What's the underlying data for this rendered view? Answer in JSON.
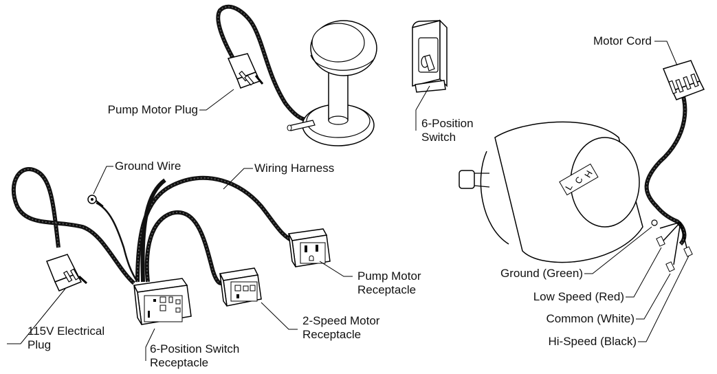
{
  "labels": {
    "pump_motor_plug": "Pump Motor Plug",
    "six_position_switch": [
      "6-Position",
      "Switch"
    ],
    "motor_cord": "Motor Cord",
    "ground_wire": "Ground Wire",
    "wiring_harness": "Wiring Harness",
    "pump_motor_receptacle": [
      "Pump Motor",
      "Receptacle"
    ],
    "two_speed_motor_receptacle": [
      "2-Speed Motor",
      "Receptacle"
    ],
    "electrical_plug": [
      "115V Electrical",
      "Plug"
    ],
    "six_position_switch_receptacle": [
      "6-Position Switch",
      "Receptacle"
    ],
    "ground_green": "Ground (Green)",
    "low_speed_red": "Low Speed (Red)",
    "common_white": "Common (White)",
    "hi_speed_black": "Hi-Speed (Black)"
  },
  "motor_face_letters": [
    "L",
    "C",
    "H"
  ],
  "colors": {
    "line": "#000000",
    "cord": "#1a1a1a",
    "background": "#ffffff"
  }
}
